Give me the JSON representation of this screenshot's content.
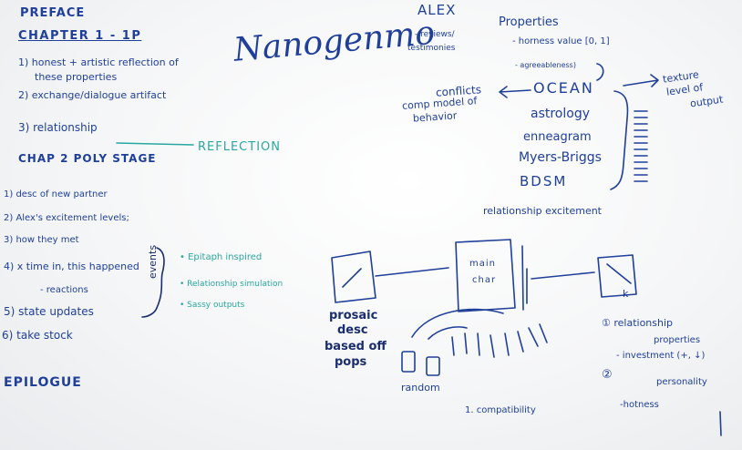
{
  "colors": {
    "ink_blue": "#1f3f9a",
    "ink_dark": "#1a2d6e",
    "ink_teal": "#2aa7a0",
    "board": "#f6f7f8"
  },
  "left_column": {
    "preface": "PREFACE",
    "chapter1": "CHAPTER 1 - 1P",
    "ch1_items": [
      "1) honest + artistic reflection of",
      "these properties",
      "2) exchange/dialogue artifact",
      "3) relationship"
    ],
    "reflection": "REFLECTION",
    "chapter2": "CHAP 2 POLY STAGE",
    "ch2_items": [
      "1) desc of new partner",
      "2) Alex's excitement levels;",
      "3) how they met",
      "4) x time in, this happened",
      "- reactions",
      "5) state updates",
      "6) take stock"
    ],
    "events_label": "events",
    "events_items": [
      "• Epitaph inspired",
      "• Relationship simulation",
      "• Sassy outputs"
    ],
    "epilogue": "EPILOGUE"
  },
  "top_center": {
    "title": "Nanogenmo",
    "alex": "ALEX",
    "reviews": "- reviews/",
    "testimonies": "testimonies"
  },
  "properties": {
    "heading": "Properties",
    "hornesss": "- horness value [0, 1]",
    "agreeableness": "- agreeableness)",
    "conflicts": "conflicts",
    "comp_model": "comp model of",
    "behavior": "behavior",
    "systems": [
      "OCEAN",
      "astrology",
      "enneagram",
      "Myers-Briggs",
      "BDSM"
    ],
    "texture": "texture",
    "level_of": "level of",
    "output": "output",
    "relationship_excitement": "relationship excitement"
  },
  "diagram": {
    "main_char": [
      "main",
      "char"
    ],
    "prosaic": [
      "prosaic",
      "desc",
      "based off",
      "pops"
    ],
    "random": "random",
    "compatibility": "1. compatibility",
    "rel_props_1": "① relationship",
    "rel_props_2": "properties",
    "investment": "- investment (+, ↓)",
    "circle2": "②",
    "personality": "personality",
    "hotness": "-hotness",
    "k_mark": "k"
  }
}
